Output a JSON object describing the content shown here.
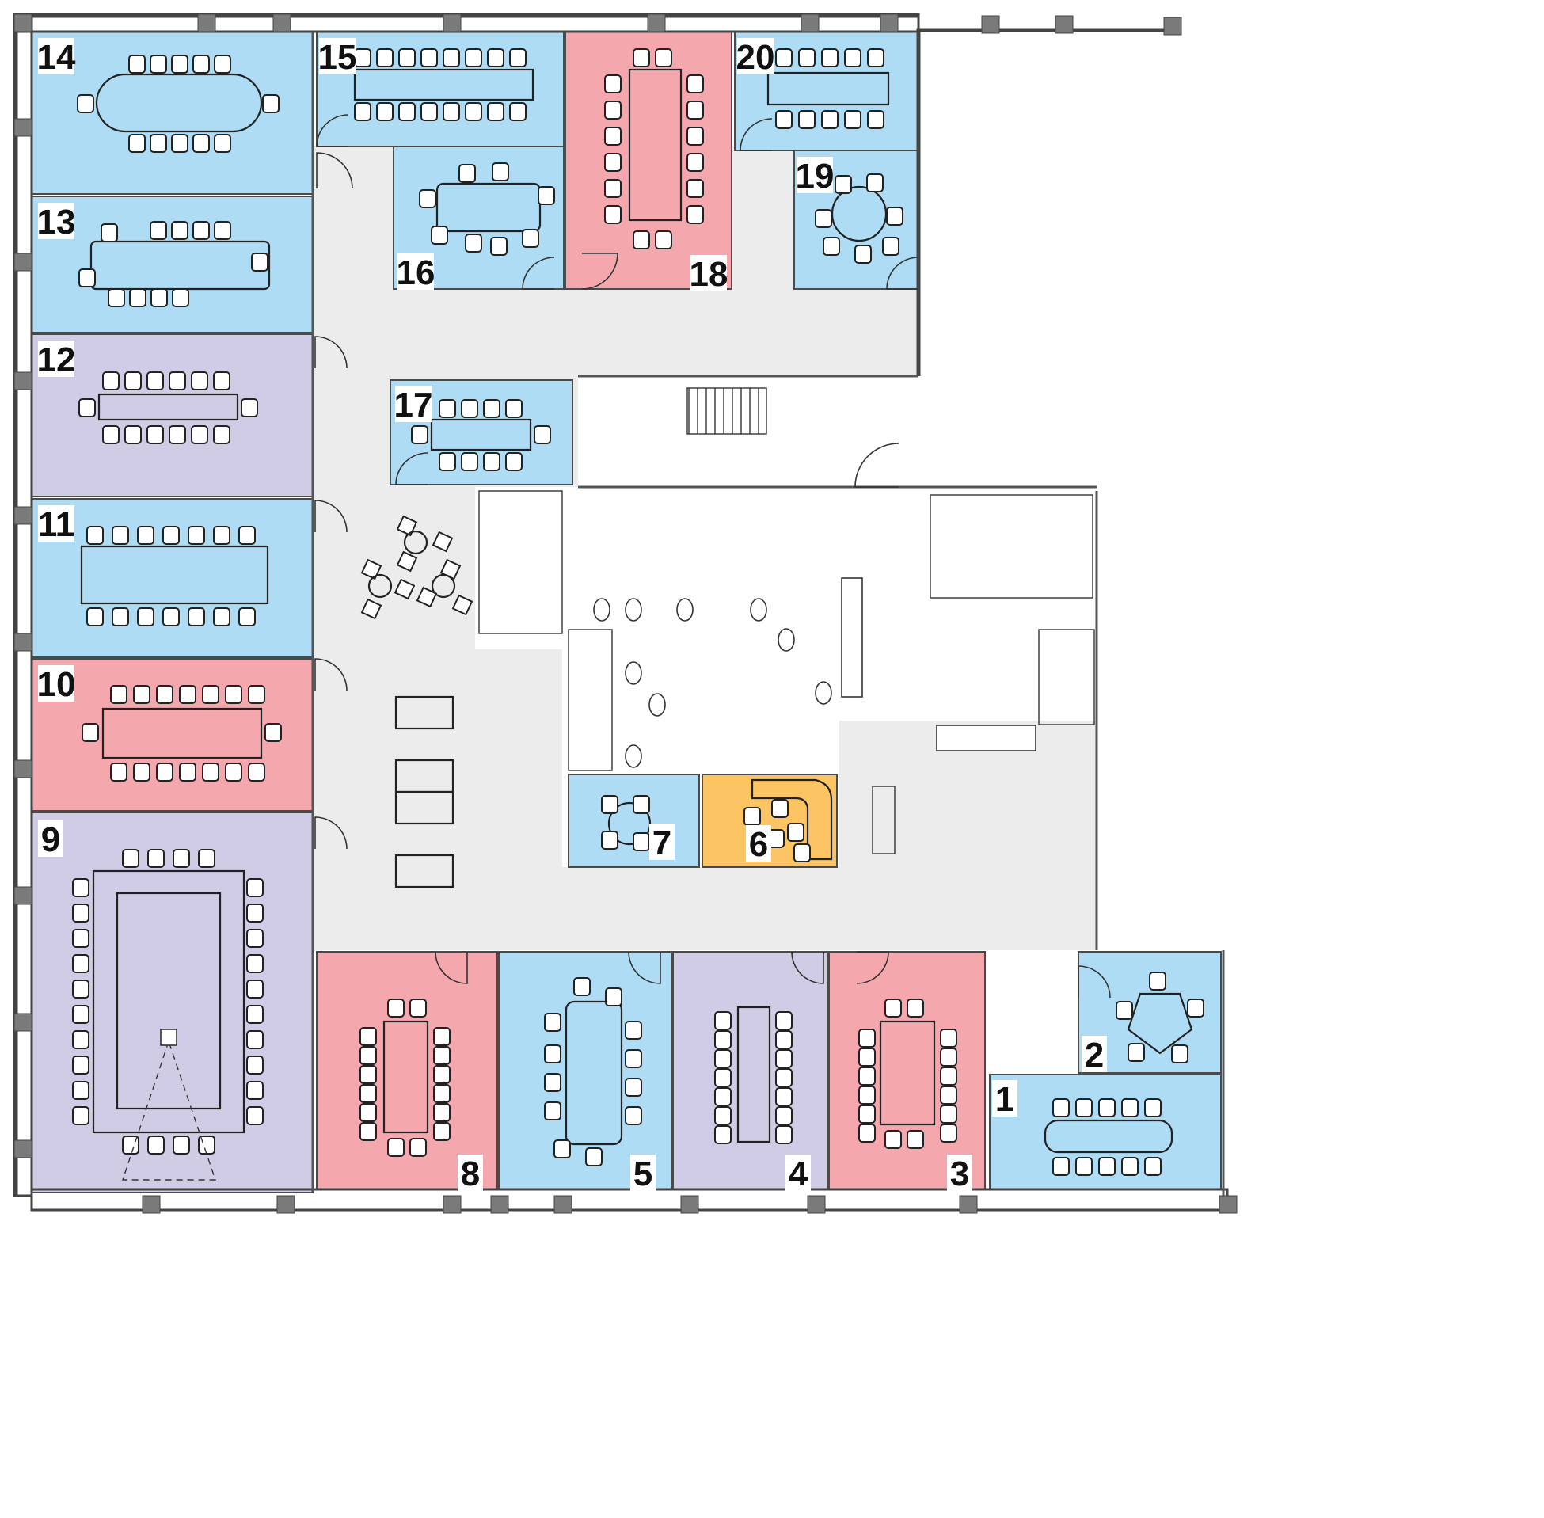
{
  "colors": {
    "blue": "#aedcf4",
    "pink": "#f4a8ae",
    "lavender": "#d0cce5",
    "yellow": "#fcc462",
    "hall": "#ececec"
  },
  "rooms": [
    {
      "id": "1",
      "label": "1",
      "color": "blue"
    },
    {
      "id": "2",
      "label": "2",
      "color": "blue"
    },
    {
      "id": "3",
      "label": "3",
      "color": "pink"
    },
    {
      "id": "4",
      "label": "4",
      "color": "lavender"
    },
    {
      "id": "5",
      "label": "5",
      "color": "blue"
    },
    {
      "id": "6",
      "label": "6",
      "color": "yellow"
    },
    {
      "id": "7",
      "label": "7",
      "color": "blue"
    },
    {
      "id": "8",
      "label": "8",
      "color": "pink"
    },
    {
      "id": "9",
      "label": "9",
      "color": "lavender"
    },
    {
      "id": "10",
      "label": "10",
      "color": "pink"
    },
    {
      "id": "11",
      "label": "11",
      "color": "blue"
    },
    {
      "id": "12",
      "label": "12",
      "color": "lavender"
    },
    {
      "id": "13",
      "label": "13",
      "color": "blue"
    },
    {
      "id": "14",
      "label": "14",
      "color": "blue"
    },
    {
      "id": "15",
      "label": "15",
      "color": "blue"
    },
    {
      "id": "16",
      "label": "16",
      "color": "blue"
    },
    {
      "id": "17",
      "label": "17",
      "color": "blue"
    },
    {
      "id": "18",
      "label": "18",
      "color": "pink"
    },
    {
      "id": "19",
      "label": "19",
      "color": "blue"
    },
    {
      "id": "20",
      "label": "20",
      "color": "blue"
    }
  ]
}
